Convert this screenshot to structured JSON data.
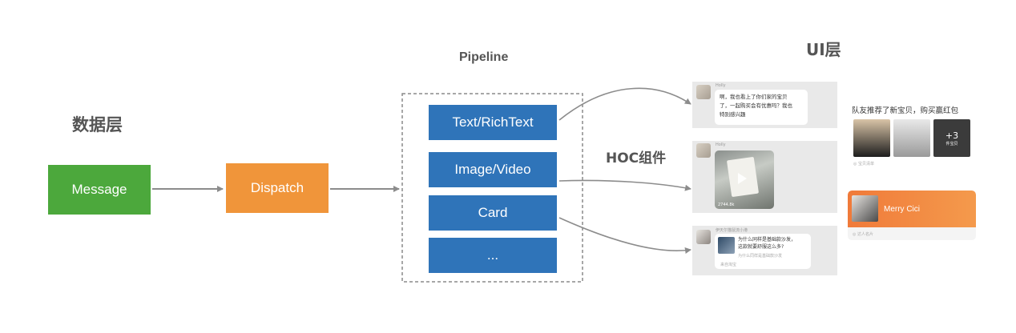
{
  "sections": {
    "data_layer": "数据层",
    "pipeline": "Pipeline",
    "hoc": "HOC组件",
    "ui_layer": "UI层"
  },
  "boxes": {
    "message": "Message",
    "dispatch": "Dispatch"
  },
  "pipeline_items": [
    "Text/RichText",
    "Image/Video",
    "Card",
    "..."
  ],
  "colors": {
    "message": "#4ca83c",
    "dispatch": "#f0953a",
    "pipeline": "#2f74b9",
    "merry_card": "#f07a3a"
  },
  "ui": {
    "text_msg": {
      "nick": "Holly",
      "line1": "啊，我也看上了你们家的宝贝",
      "line2": "了，一起购买会有优惠吗？我也",
      "line3": "特别感兴趣"
    },
    "image_msg": {
      "nick": "Holly",
      "meta": "2744.8k"
    },
    "card_msg": {
      "nick": "伊天尔猫鼠流小港",
      "line1": "为什么同样是基础款沙发，",
      "line2": "这款就要舒服这么多?",
      "sub": "为什么同样是基础款沙发",
      "source": "来自淘宝"
    },
    "recommend": {
      "title": "队友推荐了新宝贝，购买赢红包",
      "more_count": "+3",
      "more_label": "件宝贝",
      "footer": "宝贝清单"
    },
    "merry": {
      "name": "Merry Cici",
      "footer": "达人名片"
    }
  }
}
